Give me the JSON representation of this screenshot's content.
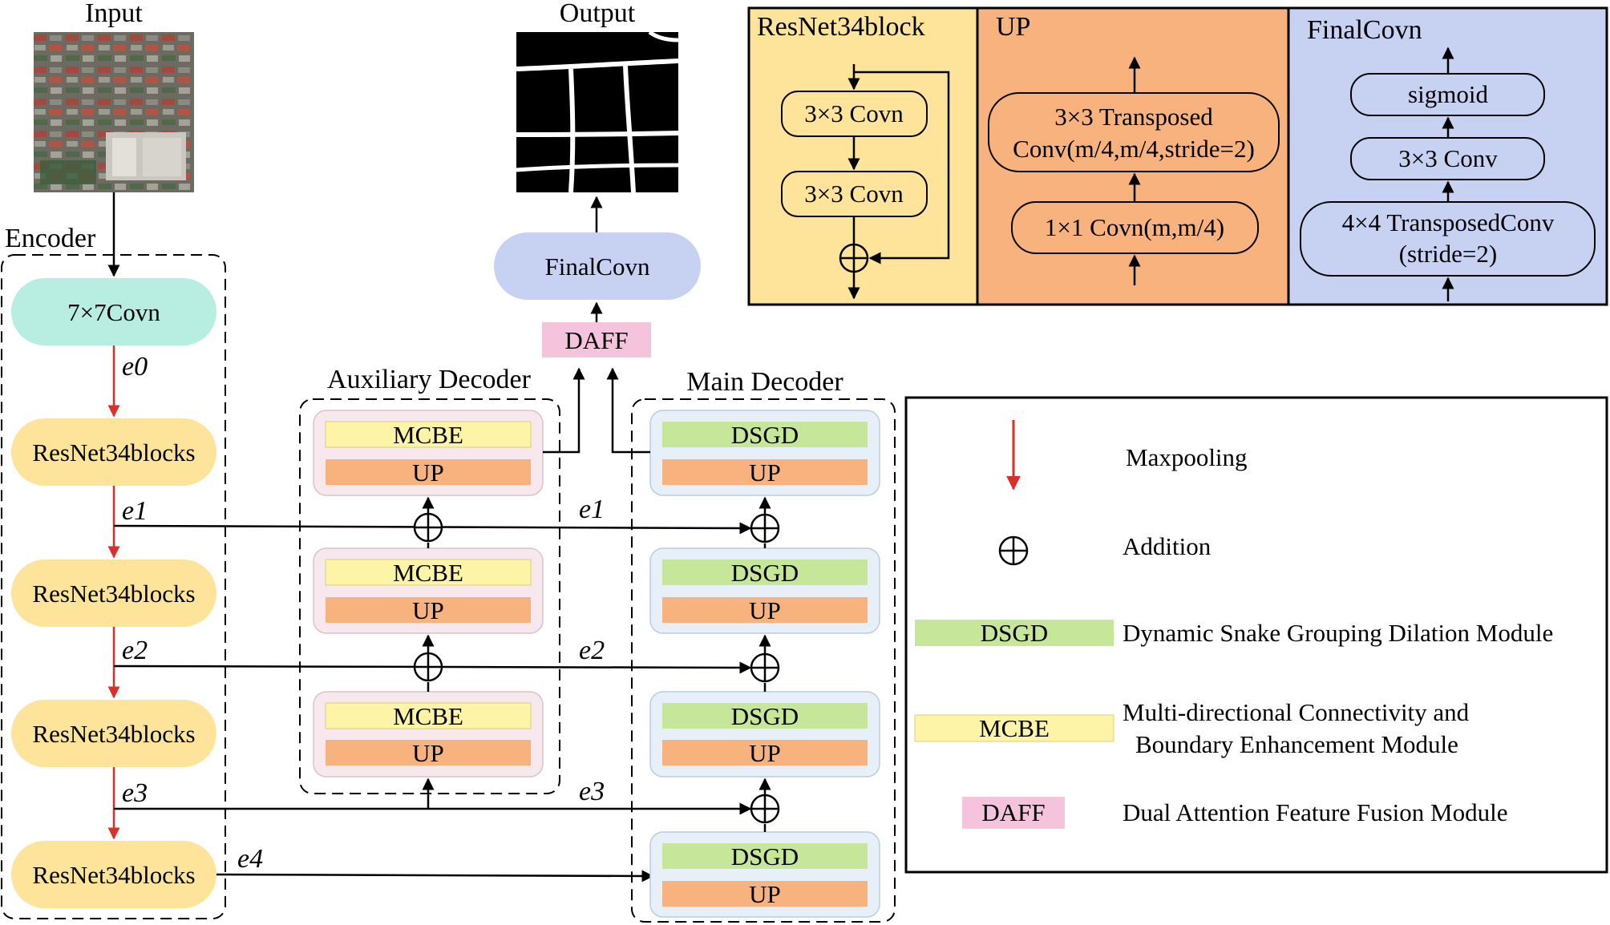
{
  "header": {
    "input_title": "Input",
    "output_title": "Output"
  },
  "encoder": {
    "title": "Encoder",
    "conv_label": "7×7Covn",
    "block_labels": [
      "ResNet34blocks",
      "ResNet34blocks",
      "ResNet34blocks",
      "ResNet34blocks"
    ],
    "feature_labels": [
      "e0",
      "e1",
      "e2",
      "e3",
      "e4"
    ]
  },
  "auxiliary_decoder": {
    "title": "Auxiliary Decoder",
    "stages": [
      {
        "top": "MCBE",
        "bottom": "UP"
      },
      {
        "top": "MCBE",
        "bottom": "UP"
      },
      {
        "top": "MCBE",
        "bottom": "UP"
      }
    ]
  },
  "main_decoder": {
    "title": "Main Decoder",
    "stages": [
      {
        "top": "DSGD",
        "bottom": "UP"
      },
      {
        "top": "DSGD",
        "bottom": "UP"
      },
      {
        "top": "DSGD",
        "bottom": "UP"
      },
      {
        "top": "DSGD",
        "bottom": "UP"
      }
    ]
  },
  "skip_labels": [
    "e1",
    "e2",
    "e3"
  ],
  "fusion": {
    "daff_label": "DAFF",
    "finalconv_label": "FinalCovn"
  },
  "detail_panels": {
    "resnet": {
      "title": "ResNet34block",
      "conv1": "3×3 Covn",
      "conv2": "3×3 Covn"
    },
    "up": {
      "title": "UP",
      "transposed_line1": "3×3 Transposed",
      "transposed_line2": "Conv(m/4,m/4,stride=2)",
      "conv": "1×1 Covn(m,m/4)"
    },
    "finalconv": {
      "title": "FinalCovn",
      "sigmoid": "sigmoid",
      "conv": "3×3 Conv",
      "transposed_line1": "4×4 TransposedConv",
      "transposed_line2": "(stride=2)"
    }
  },
  "legend": {
    "maxpooling": "Maxpooling",
    "addition": "Addition",
    "dsgd_tag": "DSGD",
    "dsgd_desc": "Dynamic Snake Grouping Dilation Module",
    "mcbe_tag": "MCBE",
    "mcbe_desc_line1": "Multi-directional Connectivity and",
    "mcbe_desc_line2": "Boundary Enhancement Module",
    "daff_tag": "DAFF",
    "daff_desc": "Dual Attention Feature Fusion Module"
  },
  "colors": {
    "encoder_conv": "#b8ede2",
    "resnet_block": "#fde49a",
    "mcbe": "#fdf4a8",
    "dsgd": "#c6e69a",
    "up": "#f7b27e",
    "daff": "#f6c3dc",
    "finalconv": "#c7d1f2",
    "aux_stage_bg": "#f6e8ec",
    "main_stage_bg": "#e7f0f8",
    "panel_resnet": "#fde49a",
    "panel_up": "#f7b27e",
    "panel_final": "#c7d1f2",
    "maxpool_arrow": "#d9302c"
  },
  "icons": {
    "addition": "circle-plus-icon",
    "maxpooling": "red-down-arrow-icon"
  }
}
